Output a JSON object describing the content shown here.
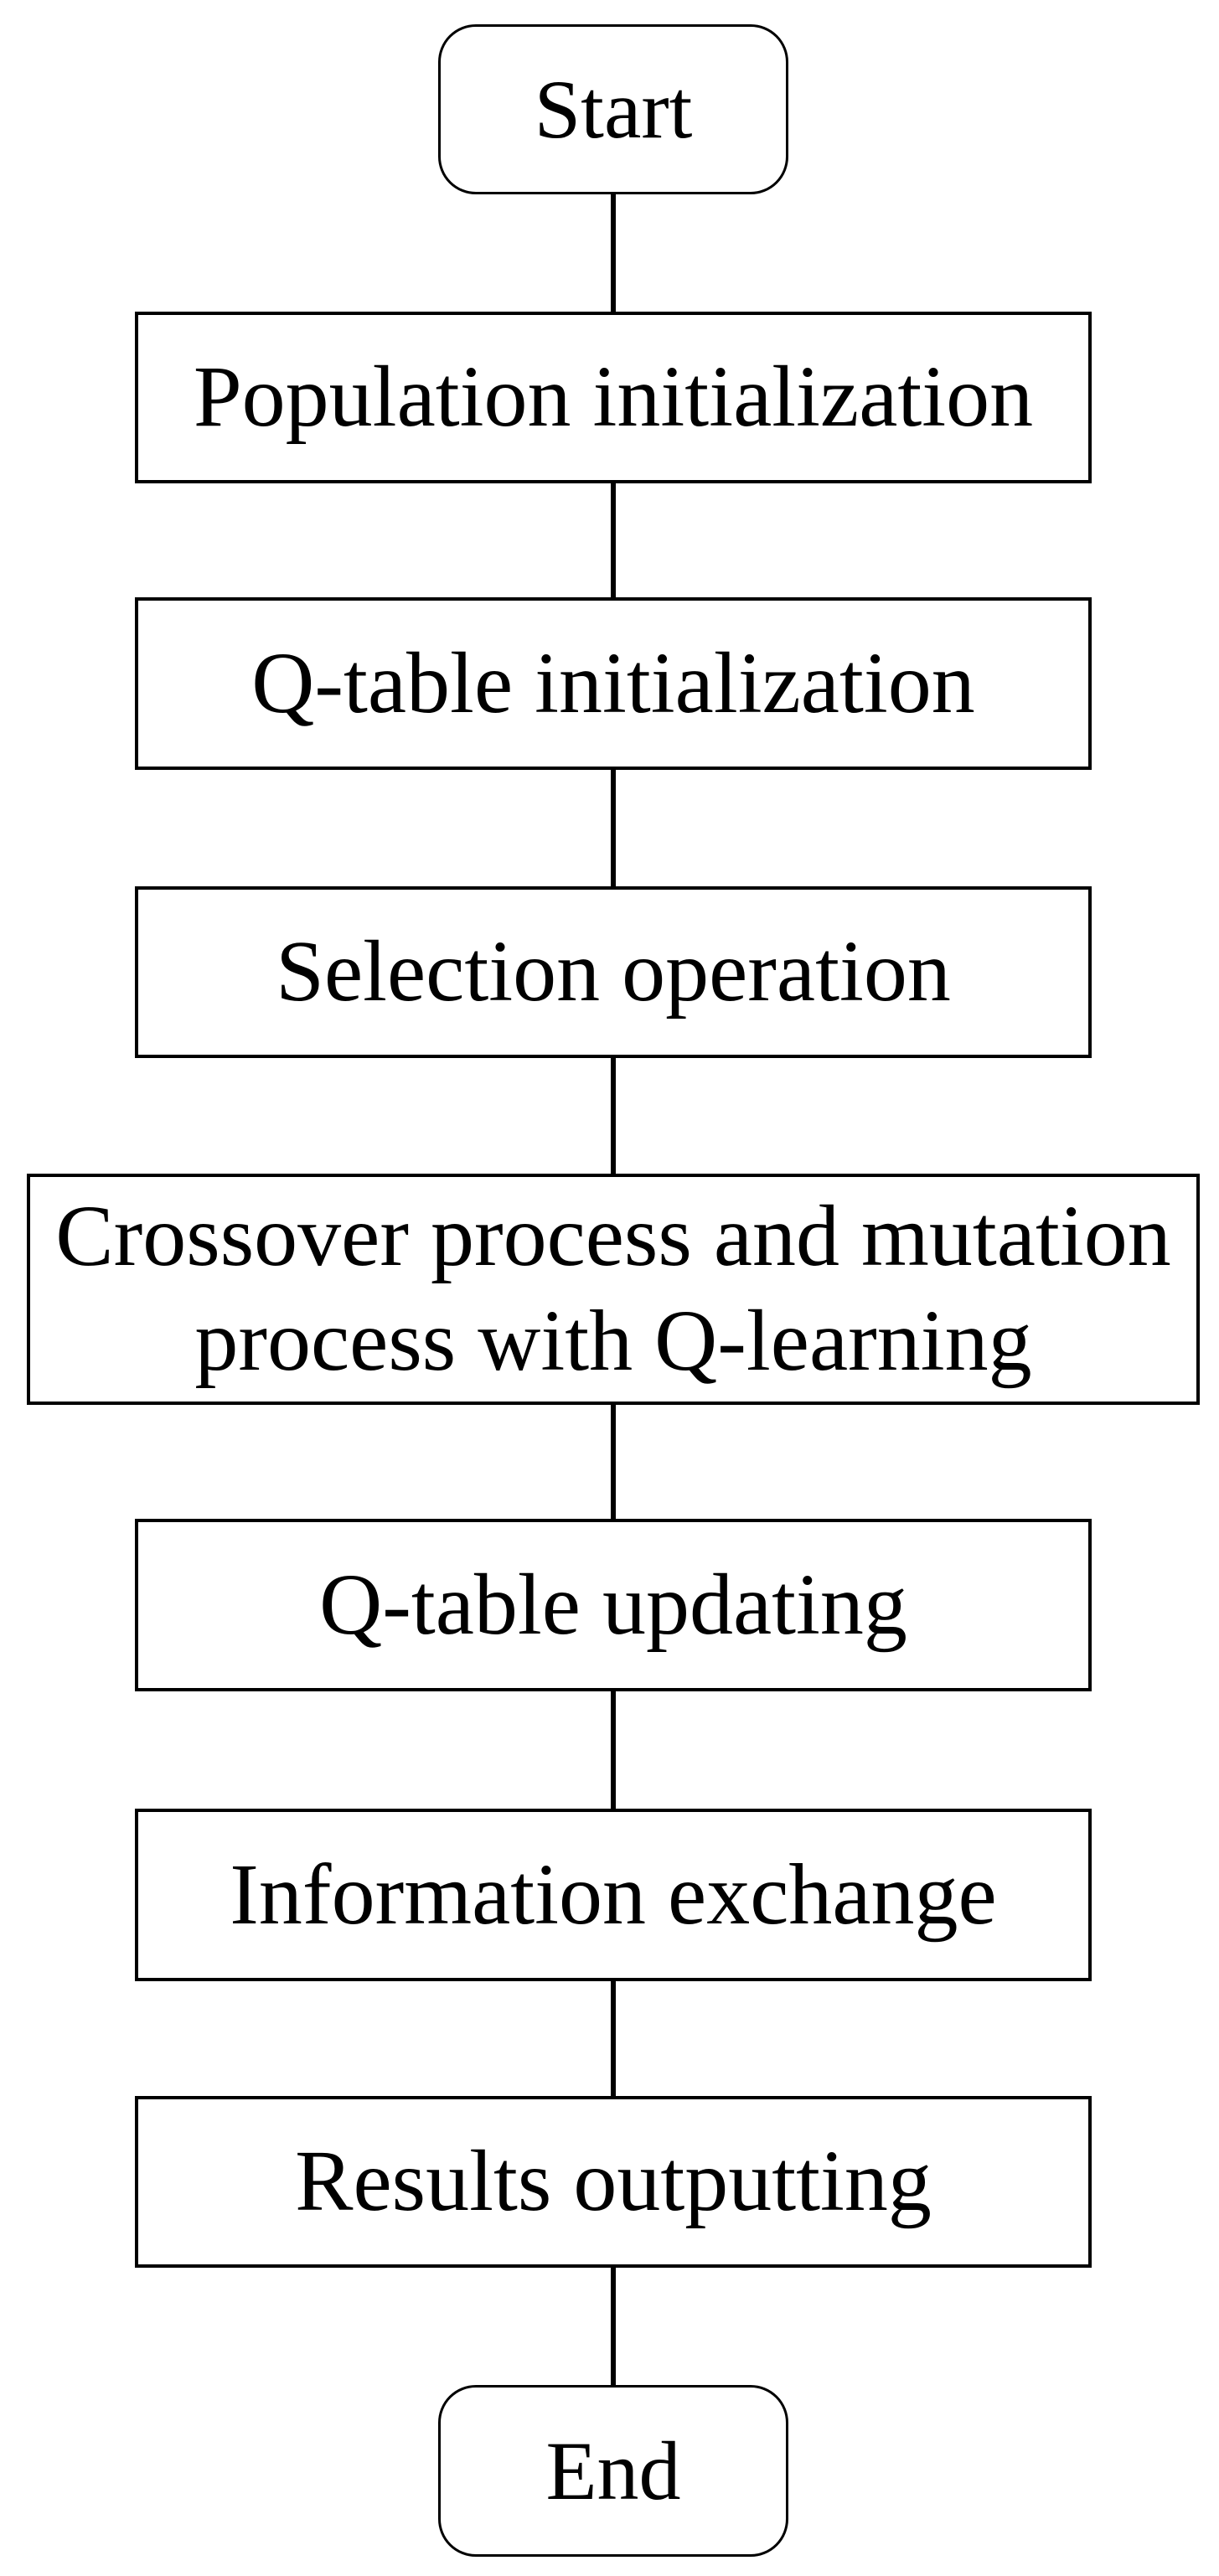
{
  "diagram": {
    "type": "flowchart",
    "background_color": "#ffffff",
    "line_color": "#000000",
    "text_color": "#000000",
    "nodes": [
      {
        "id": "start",
        "shape": "rounded-terminator",
        "label": "Start"
      },
      {
        "id": "population-initialization",
        "shape": "rectangle",
        "label": "Population initialization"
      },
      {
        "id": "q-table-initialization",
        "shape": "rectangle",
        "label": "Q-table initialization"
      },
      {
        "id": "selection-operation",
        "shape": "rectangle",
        "label": "Selection operation"
      },
      {
        "id": "crossover-mutation",
        "shape": "rectangle",
        "label": "Crossover process and mutation process with Q-learning"
      },
      {
        "id": "q-table-updating",
        "shape": "rectangle",
        "label": "Q-table updating"
      },
      {
        "id": "information-exchange",
        "shape": "rectangle",
        "label": "Information exchange"
      },
      {
        "id": "results-outputting",
        "shape": "rectangle",
        "label": "Results outputting"
      },
      {
        "id": "end",
        "shape": "rounded-terminator",
        "label": "End"
      }
    ],
    "edges": [
      {
        "from": "start",
        "to": "population-initialization",
        "style": "plain-vertical-line"
      },
      {
        "from": "population-initialization",
        "to": "q-table-initialization",
        "style": "plain-vertical-line"
      },
      {
        "from": "q-table-initialization",
        "to": "selection-operation",
        "style": "plain-vertical-line"
      },
      {
        "from": "selection-operation",
        "to": "crossover-mutation",
        "style": "plain-vertical-line"
      },
      {
        "from": "crossover-mutation",
        "to": "q-table-updating",
        "style": "plain-vertical-line"
      },
      {
        "from": "q-table-updating",
        "to": "information-exchange",
        "style": "plain-vertical-line"
      },
      {
        "from": "information-exchange",
        "to": "results-outputting",
        "style": "plain-vertical-line"
      },
      {
        "from": "results-outputting",
        "to": "end",
        "style": "plain-vertical-line"
      }
    ]
  }
}
